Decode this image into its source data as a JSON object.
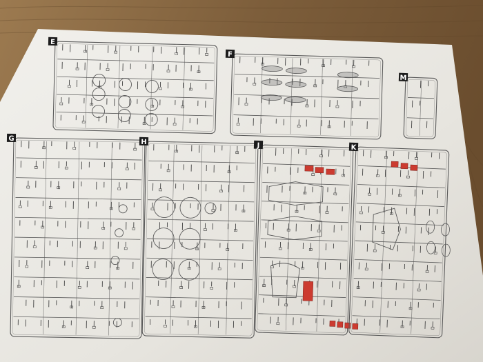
{
  "sheet": {
    "sprues": [
      {
        "letter": "E"
      },
      {
        "letter": "F"
      },
      {
        "letter": "M"
      },
      {
        "letter": "G"
      },
      {
        "letter": "H"
      },
      {
        "letter": "J"
      },
      {
        "letter": "K"
      }
    ]
  },
  "colors": {
    "table_wood": "#8a6a45",
    "paper": "#e9e7e2",
    "line": "#5a5a5a",
    "highlight_red": "#cc3b30",
    "badge": "#1c1c1c"
  }
}
